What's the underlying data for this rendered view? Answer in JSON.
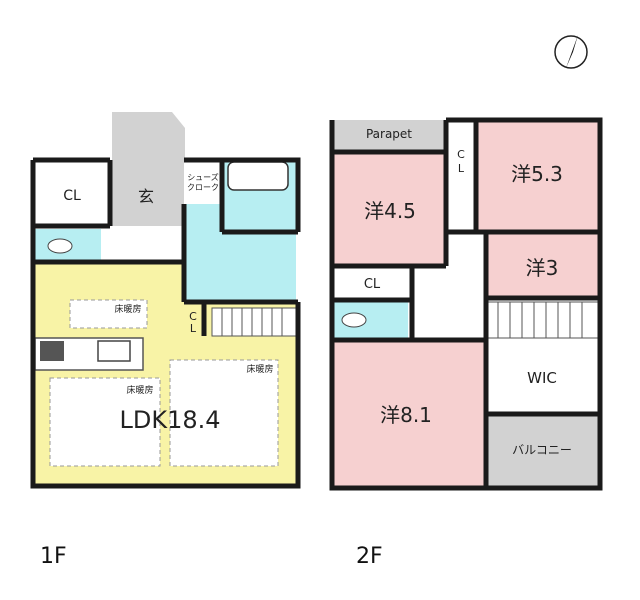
{
  "floors": {
    "first": {
      "label": "1F",
      "rooms": {
        "closet": "CL",
        "entrance": "玄",
        "shoe_closet_line1": "シューズ",
        "shoe_closet_line2": "クローク",
        "closet_small_c": "C",
        "closet_small_l": "L",
        "floor_heating_a": "床暖房",
        "floor_heating_b": "床暖房",
        "floor_heating_c": "床暖房",
        "ldk": "LDK18.4"
      }
    },
    "second": {
      "label": "2F",
      "rooms": {
        "parapet": "Parapet",
        "closet_c": "C",
        "closet_l": "L",
        "western_5_3": "洋5.3",
        "western_4_5": "洋4.5",
        "western_3": "洋3",
        "closet": "CL",
        "wic": "WIC",
        "western_8_1": "洋8.1",
        "balcony": "バルコニー"
      }
    }
  },
  "colors": {
    "ldk_floor": "#f8f3a6",
    "wet_area": "#b7eef2",
    "bedroom": "#f6d0d0",
    "porch": "#d2d2d2",
    "wall": "#1a1a1a"
  },
  "icons": {
    "compass": "north-arrow-icon"
  }
}
